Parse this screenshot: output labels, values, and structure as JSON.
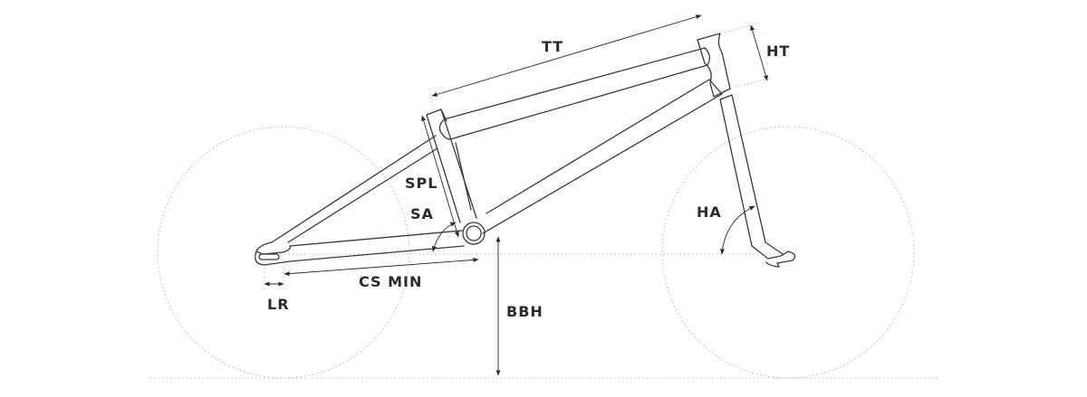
{
  "labels": {
    "tt": "TT",
    "ht": "HT",
    "spl": "SPL",
    "sa": "SA",
    "ha": "HA",
    "cs_min": "CS MIN",
    "lr": "LR",
    "bbh": "BBH"
  },
  "colors": {
    "frame_stroke": "#3a3a3a",
    "guide_stroke": "#c4c4c4",
    "label_text": "#2b2b2b"
  }
}
